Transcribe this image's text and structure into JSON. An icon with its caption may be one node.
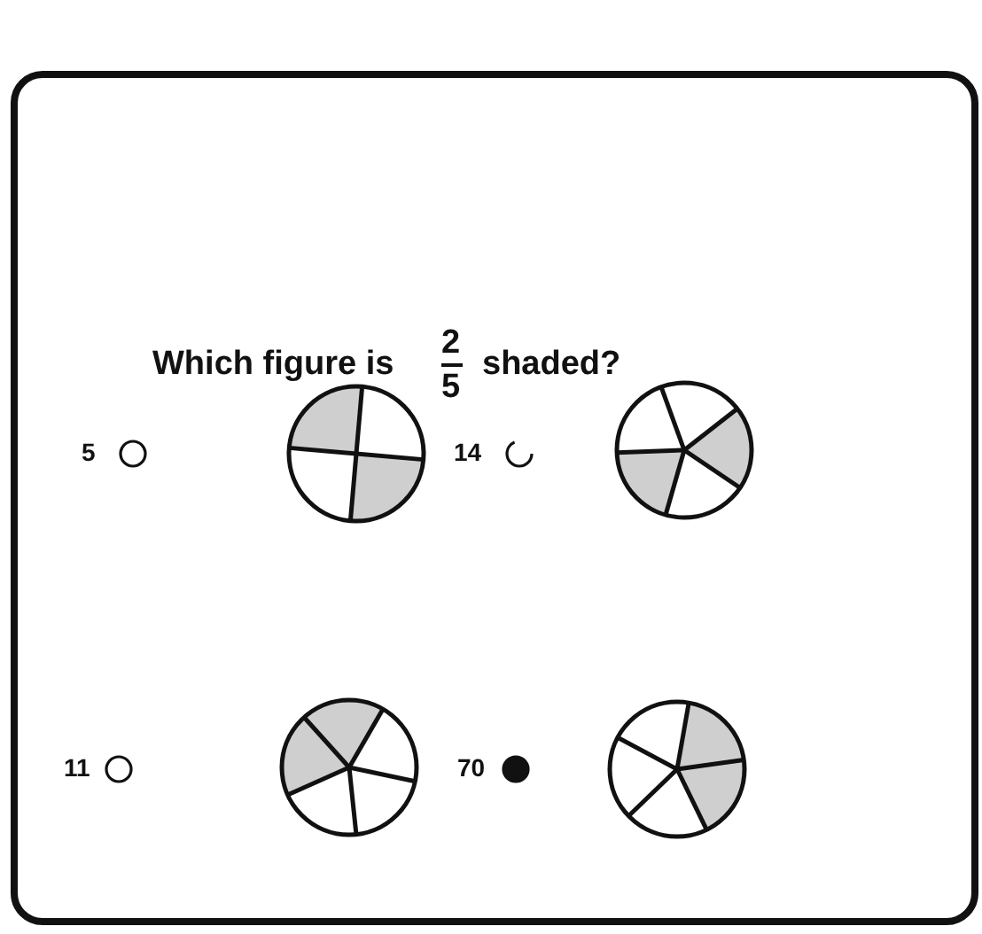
{
  "diagram": {
    "labels": [
      "Which figure is",
      "2",
      "5",
      "shaded?",
      "5",
      "14",
      "11",
      "70"
    ]
  }
}
